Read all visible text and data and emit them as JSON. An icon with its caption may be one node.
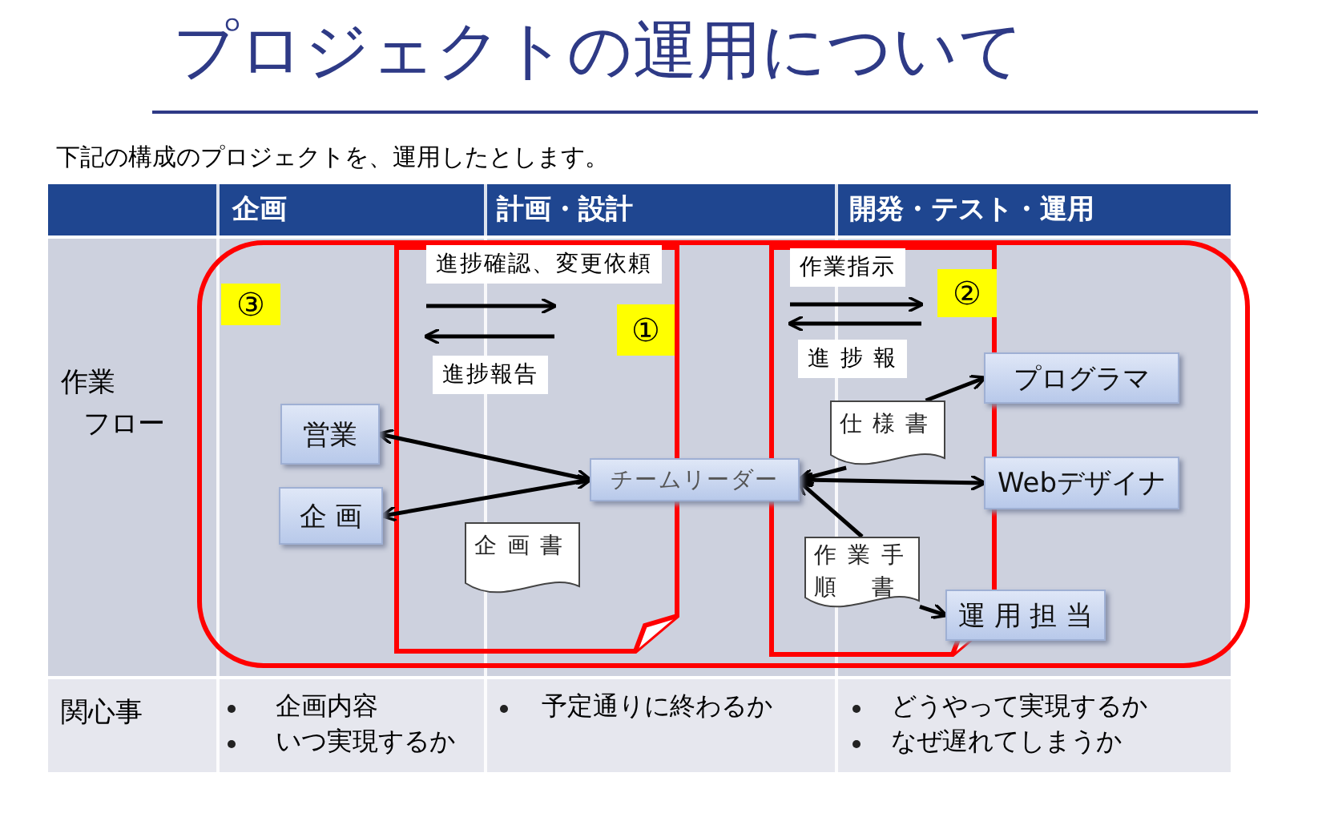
{
  "diagram": {
    "title": "プロジェクトの運用について",
    "nodes": [
      {
        "text": [
          "③"
        ]
      },
      {
        "text": [
          "①"
        ],
        "in": 0
      },
      {
        "text": [
          "②"
        ],
        "in": 0
      },
      {
        "text": [
          "営業"
        ],
        "in": 0
      },
      {
        "text": [
          "企 画"
        ],
        "in": 0
      },
      {
        "text": [
          "チームリーダー"
        ],
        "in": 0
      },
      {
        "text": [
          "企 画 書"
        ],
        "in": 1
      },
      {
        "text": [
          "仕 様 書"
        ],
        "in": 2
      },
      {
        "text": [
          "作業手順書"
        ],
        "in": 2
      },
      {
        "text": [
          "プログラマ"
        ],
        "in": 0
      },
      {
        "text": [
          "Webデザイナ"
        ],
        "in": 0
      },
      {
        "text": [
          "運 用 担 当"
        ],
        "in": 0
      }
    ],
    "edges": [
      {
        "from": 5,
        "to": 3,
        "arrow": "both"
      },
      {
        "from": 5,
        "to": 4,
        "arrow": "both"
      },
      {
        "from": 7,
        "to": 5,
        "arrow": "to"
      },
      {
        "from": 7,
        "to": 9,
        "arrow": "to"
      },
      {
        "from": 5,
        "to": 10,
        "arrow": "both"
      },
      {
        "from": 8,
        "to": 5,
        "arrow": "to"
      },
      {
        "from": 8,
        "to": 11,
        "arrow": "to"
      }
    ],
    "labels": [
      "下記の構成のプロジェクトを、運用したとします。",
      "企画",
      "計画・設計",
      "開発・テスト・運用",
      "作業フロー",
      "進捗確認、変更依頼",
      "進捗報告",
      "作業指示",
      "進 捗 報",
      "関心事",
      "企画内容",
      "いつ実現するか",
      "予定通りに終わるか",
      "どうやって実現するか",
      "なぜ遅れてしまうか"
    ]
  }
}
